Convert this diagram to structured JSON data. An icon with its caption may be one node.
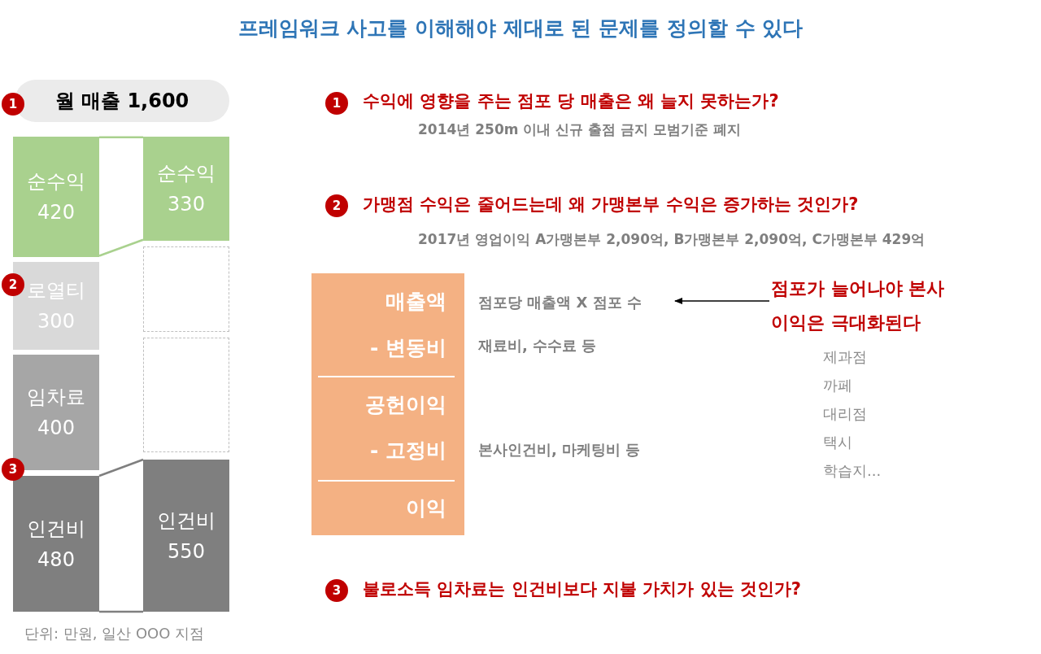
{
  "diagram": {
    "title": "프레임워크 사고를 이해해야 제대로 된 문제를 정의할 수 있다",
    "nodes": [
      {
        "text": [
          "월 매출 1,600"
        ]
      },
      {
        "text": [
          "순수익",
          "420"
        ]
      },
      {
        "text": [
          "로열티",
          "300"
        ]
      },
      {
        "text": [
          "임차료",
          "400"
        ]
      },
      {
        "text": [
          "인건비",
          "480"
        ]
      },
      {
        "text": [
          "순수익",
          "330"
        ]
      },
      {
        "text": [],
        "shape": "box"
      },
      {
        "text": [],
        "shape": "box"
      },
      {
        "text": [
          "인건비",
          "550"
        ]
      },
      {
        "text": [
          "매출액",
          "- 변동비",
          "공헌이익",
          "- 고정비",
          "이익"
        ]
      },
      {
        "text": [
          "점포당 매출액 X 점포 수"
        ]
      },
      {
        "text": [
          "점포가 늘어나야 본사 이익은 극대화된다"
        ]
      }
    ],
    "edges": [
      {
        "from": 1,
        "to": 5,
        "arrow": "none",
        "color": "#a9d18e"
      },
      {
        "from": 1,
        "to": 5,
        "arrow": "none",
        "color": "#a9d18e"
      },
      {
        "from": 4,
        "to": 8,
        "arrow": "none"
      },
      {
        "from": 4,
        "to": 8,
        "arrow": "none"
      },
      {
        "from": 11,
        "to": 10,
        "arrow": "to",
        "color": "#000000"
      }
    ],
    "labels": [
      "1",
      "2",
      "3",
      "1",
      "수익에 영향을 주는 점포 당 매출은 왜 늘지 못하는가?",
      "2014년 250m 이내 신규 출점 금지 모범기준 폐지",
      "2",
      "가맹점 수익은 줄어드는데 왜 가맹본부 수익은 증가하는 것인가?",
      "2017년 영업이익 A가맹본부 2,090억, B가맹본부 2,090억, C가맹본부 429억",
      "재료비, 수수료 등",
      "본사인건비, 마케팅비 등",
      "제과점",
      "까페",
      "대리점",
      "택시",
      "학습지...",
      "3",
      "불로소득 임차료는 인건비보다 지불 가치가 있는 것인가?",
      "단위: 만원, 일산 OOO 지점"
    ]
  }
}
